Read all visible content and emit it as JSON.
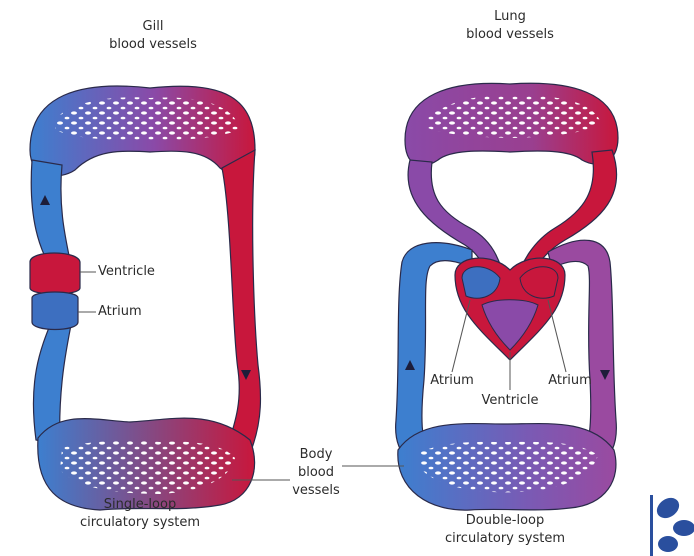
{
  "colors": {
    "oxygenated": "#c8173c",
    "deoxygenated": "#3d7fcf",
    "mixed": "#8a4aa8",
    "label_line": "#555555",
    "logo": "#2a4f9e"
  },
  "single_loop": {
    "top_label_1": "Gill",
    "top_label_2": "blood vessels",
    "ventricle": "Ventricle",
    "atrium": "Atrium",
    "caption_1": "Single-loop",
    "caption_2": "circulatory system"
  },
  "double_loop": {
    "top_label_1": "Lung",
    "top_label_2": "blood vessels",
    "atrium_left": "Atrium",
    "atrium_right": "Atrium",
    "ventricle": "Ventricle",
    "caption_1": "Double-loop",
    "caption_2": "circulatory system"
  },
  "shared": {
    "body_1": "Body",
    "body_2": "blood",
    "body_3": "vessels"
  },
  "logo_icon": "leaf-logo-icon"
}
